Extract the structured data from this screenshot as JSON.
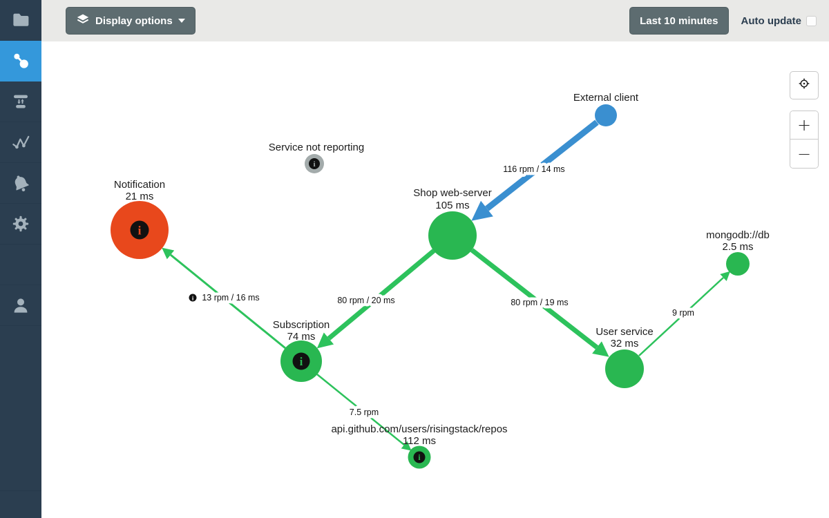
{
  "topbar": {
    "display_options_label": "Display options",
    "time_range_label": "Last 10 minutes",
    "auto_update_label": "Auto update",
    "auto_update_checked": false
  },
  "sidebar": {
    "items": [
      {
        "icon": "folder-icon",
        "active": false
      },
      {
        "icon": "topology-icon",
        "active": true
      },
      {
        "icon": "transactions-icon",
        "active": false
      },
      {
        "icon": "metrics-icon",
        "active": false
      },
      {
        "icon": "alerts-icon",
        "active": false
      },
      {
        "icon": "settings-icon",
        "active": false
      },
      {
        "icon": "profile-icon",
        "active": false
      }
    ]
  },
  "map_controls": {
    "center_icon": "crosshair-icon",
    "zoom_in_label": "+",
    "zoom_out_label": "−"
  },
  "icons": {
    "info_glyph": "i"
  },
  "colors": {
    "sidebar_bg": "#2b3e50",
    "sidebar_active_bg": "#3498db",
    "sidebar_icon": "#a4b2bc",
    "topbar_bg": "#e9e9e7",
    "button_bg": "#5d6c70",
    "navy_text": "#2c3e50",
    "node_green": "#29b751",
    "node_blue": "#3a8fd0",
    "node_red": "#e8481c",
    "node_gray": "#a3abab",
    "edge_green": "#2dc25c",
    "edge_blue": "#3a8fd0",
    "info_icon_bg": "#111111"
  },
  "graph": {
    "nodes": [
      {
        "id": "external-client",
        "label": "External client",
        "latency": "",
        "color": "#3a8fd0",
        "has_info": false
      },
      {
        "id": "service-not-reporting",
        "label": "Service not reporting",
        "latency": "",
        "color": "#a3abab",
        "has_info": true
      },
      {
        "id": "notification",
        "label": "Notification",
        "latency": "21 ms",
        "color": "#e8481c",
        "has_info": true
      },
      {
        "id": "shop-web-server",
        "label": "Shop web-server",
        "latency": "105 ms",
        "color": "#29b751",
        "has_info": false
      },
      {
        "id": "subscription",
        "label": "Subscription",
        "latency": "74 ms",
        "color": "#29b751",
        "has_info": true
      },
      {
        "id": "user-service",
        "label": "User service",
        "latency": "32 ms",
        "color": "#29b751",
        "has_info": false
      },
      {
        "id": "mongodb",
        "label": "mongodb://db",
        "latency": "2.5 ms",
        "color": "#29b751",
        "has_info": false
      },
      {
        "id": "github-api",
        "label": "api.github.com/users/risingstack/repos",
        "latency": "112 ms",
        "color": "#29b751",
        "has_info": true
      }
    ],
    "edges": [
      {
        "from": "external-client",
        "to": "shop-web-server",
        "label": "116 rpm / 14 ms",
        "color": "#3a8fd0",
        "thickness": "thick",
        "has_info_icon": false
      },
      {
        "from": "shop-web-server",
        "to": "subscription",
        "label": "80 rpm / 20 ms",
        "color": "#2dc25c",
        "thickness": "thick",
        "has_info_icon": false
      },
      {
        "from": "shop-web-server",
        "to": "user-service",
        "label": "80 rpm / 19 ms",
        "color": "#2dc25c",
        "thickness": "thick",
        "has_info_icon": false
      },
      {
        "from": "subscription",
        "to": "notification",
        "label": "13 rpm / 16 ms",
        "color": "#2dc25c",
        "thickness": "thin",
        "has_info_icon": true
      },
      {
        "from": "subscription",
        "to": "github-api",
        "label": "7.5 rpm",
        "color": "#2dc25c",
        "thickness": "thin",
        "has_info_icon": false
      },
      {
        "from": "user-service",
        "to": "mongodb",
        "label": "9 rpm",
        "color": "#2dc25c",
        "thickness": "thin",
        "has_info_icon": false
      }
    ]
  }
}
